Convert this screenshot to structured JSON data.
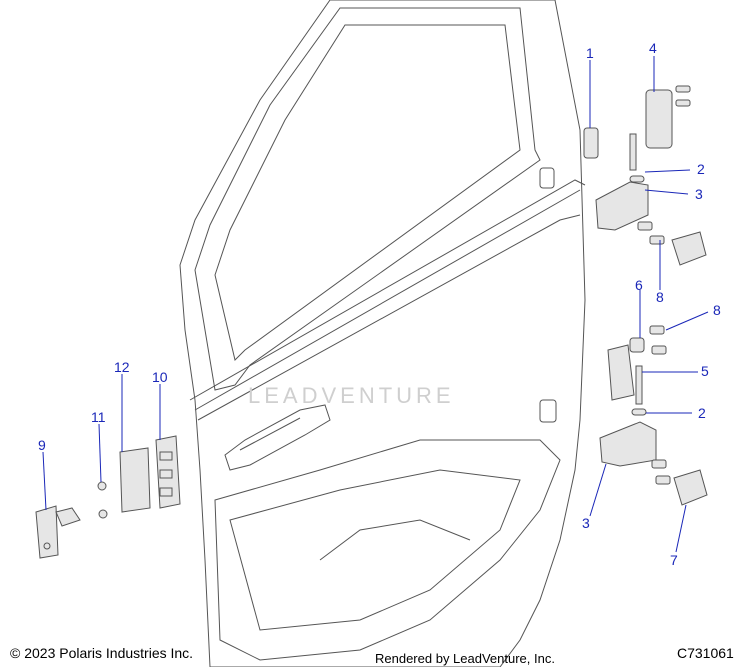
{
  "watermark": {
    "text": "LEADVENTURE"
  },
  "callouts": {
    "c1": "1",
    "c4": "4",
    "c2a": "2",
    "c3a": "3",
    "c8a": "8",
    "c6": "6",
    "c8b": "8",
    "c5": "5",
    "c2b": "2",
    "c12": "12",
    "c10": "10",
    "c11": "11",
    "c9": "9",
    "c3b": "3",
    "c7": "7"
  },
  "footer": {
    "copyright": "© 2023 Polaris Industries Inc.",
    "rendered_by": "Rendered by LeadVenture, Inc.",
    "diagram_code": "C731061"
  },
  "colors": {
    "callout": "#1a27b8",
    "line": "#1a27b8",
    "part_stroke": "#555555",
    "part_fill": "#e6e6e6"
  }
}
